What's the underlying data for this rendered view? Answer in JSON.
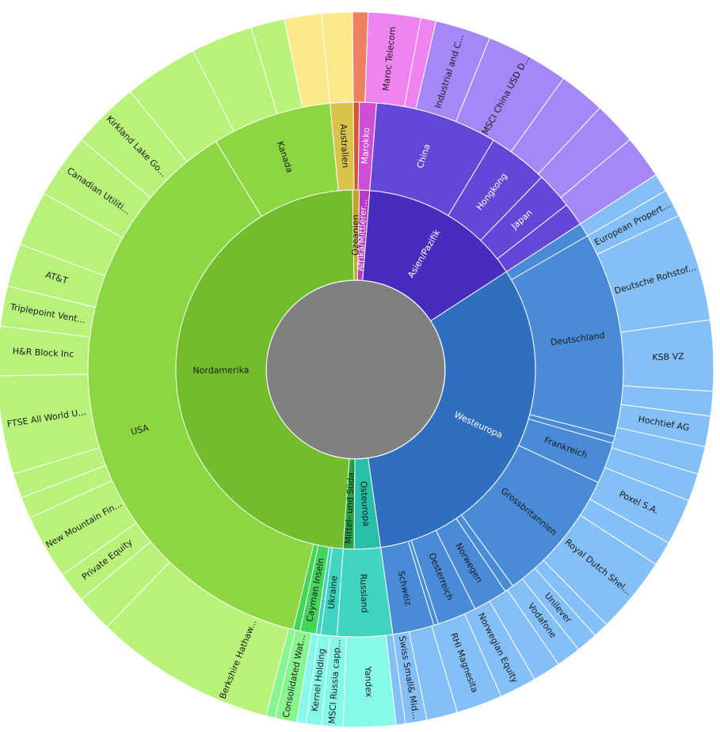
{
  "chart_data": {
    "type": "sunburst",
    "center_color": "#808080",
    "rings": [
      {
        "level": "region",
        "segments": [
          {
            "label": "Nordamerika",
            "start_deg": 180.0,
            "end_deg": 359.0,
            "color": "#72bd2b"
          },
          {
            "label": "Ozeanien",
            "start_deg": 359.0,
            "end_deg": 361.2,
            "color": "#c4a12a"
          },
          {
            "label": "Afrika/Mittlerer...",
            "start_deg": 361.2,
            "end_deg": 364.5,
            "color": "#b83ac6"
          },
          {
            "label": "Asien/Pazifik",
            "start_deg": 364.5,
            "end_deg": 417.0,
            "color": "#4a2bbf"
          },
          {
            "label": "Westeuropa",
            "start_deg": 417.0,
            "end_deg": 532.0,
            "color": "#2f6fbf"
          },
          {
            "label": "Osteuropa",
            "start_deg": 532.0,
            "end_deg": 540.5,
            "color": "#28bfa7"
          },
          {
            "label": "Mittel- und Süda...",
            "start_deg": 540.5,
            "end_deg": 544.0,
            "color": "#23a342"
          }
        ]
      },
      {
        "level": "country",
        "segments": [
          {
            "label": "USA",
            "start_deg": 180.0,
            "end_deg": 328.5,
            "color": "#8bd641"
          },
          {
            "label": "Kanada",
            "start_deg": 328.5,
            "end_deg": 354.5,
            "color": "#8bd641"
          },
          {
            "label": "Australien",
            "start_deg": 354.5,
            "end_deg": 359.5,
            "color": "#d8c44a"
          },
          {
            "label": "",
            "start_deg": 359.5,
            "end_deg": 360.8,
            "color": "#d4552f"
          },
          {
            "label": "Marokko",
            "start_deg": 360.8,
            "end_deg": 364.5,
            "color": "#d04ed6"
          },
          {
            "label": "China",
            "start_deg": 364.5,
            "end_deg": 391.0,
            "color": "#6447d6"
          },
          {
            "label": "Hongkong",
            "start_deg": 391.0,
            "end_deg": 404.0,
            "color": "#6447d6"
          },
          {
            "label": "Japan",
            "start_deg": 404.0,
            "end_deg": 412.0,
            "color": "#6447d6"
          },
          {
            "label": "",
            "start_deg": 412.0,
            "end_deg": 417.0,
            "color": "#6447d6"
          },
          {
            "label": "",
            "start_deg": 417.0,
            "end_deg": 420.0,
            "color": "#4a8bd8"
          },
          {
            "label": "Deutschland",
            "start_deg": 420.0,
            "end_deg": 464.5,
            "color": "#4a8bd8"
          },
          {
            "label": "",
            "start_deg": 464.5,
            "end_deg": 466.0,
            "color": "#4a8bd8"
          },
          {
            "label": "Frankreich",
            "start_deg": 466.0,
            "end_deg": 475.0,
            "color": "#4a8bd8"
          },
          {
            "label": "Grossbritannien",
            "start_deg": 475.0,
            "end_deg": 504.0,
            "color": "#4a8bd8"
          },
          {
            "label": "",
            "start_deg": 504.0,
            "end_deg": 506.0,
            "color": "#4a8bd8"
          },
          {
            "label": "Norwegen",
            "start_deg": 506.0,
            "end_deg": 513.5,
            "color": "#4a8bd8"
          },
          {
            "label": "Oesterreich",
            "start_deg": 513.5,
            "end_deg": 522.0,
            "color": "#4a8bd8"
          },
          {
            "label": "",
            "start_deg": 522.0,
            "end_deg": 523.0,
            "color": "#4a8bd8"
          },
          {
            "label": "Schweiz",
            "start_deg": 523.0,
            "end_deg": 532.0,
            "color": "#4a8bd8"
          },
          {
            "label": "Russland",
            "start_deg": 532.0,
            "end_deg": 544.0,
            "color": "#3ed4c0"
          },
          {
            "label": "Ukraine",
            "start_deg": 544.0,
            "end_deg": 547.5,
            "color": "#3ed4c0"
          },
          {
            "label": "",
            "start_deg": 547.5,
            "end_deg": 548.5,
            "color": "#3ed4c0"
          },
          {
            "label": "Cayman Inseln",
            "start_deg": 548.5,
            "end_deg": 552.0,
            "color": "#44d65a"
          },
          {
            "label": "",
            "start_deg": 552.0,
            "end_deg": 553.5,
            "color": "#44d65a"
          }
        ]
      },
      {
        "level": "holding",
        "segments": [
          {
            "label": "Berkshire Hathaw...",
            "start_deg": 180.0,
            "end_deg": 224.0,
            "color": "#b8f27a"
          },
          {
            "label": "",
            "start_deg": 224.0,
            "end_deg": 230.0,
            "color": "#b8f27a"
          },
          {
            "label": "Private Equity",
            "start_deg": 230.0,
            "end_deg": 235.0,
            "color": "#b8f27a"
          },
          {
            "label": "New Mountain Fin...",
            "start_deg": 235.0,
            "end_deg": 245.5,
            "color": "#b8f27a"
          },
          {
            "label": "",
            "start_deg": 245.5,
            "end_deg": 249.0,
            "color": "#b8f27a"
          },
          {
            "label": "",
            "start_deg": 249.0,
            "end_deg": 253.0,
            "color": "#b8f27a"
          },
          {
            "label": "FTSE All World U...",
            "start_deg": 253.0,
            "end_deg": 269.0,
            "color": "#b8f27a"
          },
          {
            "label": "H&R Block Inc",
            "start_deg": 269.0,
            "end_deg": 277.0,
            "color": "#b8f27a"
          },
          {
            "label": "Triplepoint Vent...",
            "start_deg": 277.0,
            "end_deg": 283.5,
            "color": "#b8f27a"
          },
          {
            "label": "AT&T",
            "start_deg": 283.5,
            "end_deg": 290.5,
            "color": "#b8f27a"
          },
          {
            "label": "",
            "start_deg": 290.5,
            "end_deg": 299.5,
            "color": "#b8f27a"
          },
          {
            "label": "Canadian Utiliti...",
            "start_deg": 299.5,
            "end_deg": 310.0,
            "color": "#b8f27a"
          },
          {
            "label": "Kirkland Lake Go...",
            "start_deg": 310.0,
            "end_deg": 321.0,
            "color": "#b8f27a"
          },
          {
            "label": "",
            "start_deg": 321.0,
            "end_deg": 333.0,
            "color": "#b8f27a"
          },
          {
            "label": "",
            "start_deg": 333.0,
            "end_deg": 343.0,
            "color": "#b8f27a"
          },
          {
            "label": "",
            "start_deg": 343.0,
            "end_deg": 348.5,
            "color": "#b8f27a"
          },
          {
            "label": "",
            "start_deg": 348.5,
            "end_deg": 354.5,
            "color": "#fde88a"
          },
          {
            "label": "",
            "start_deg": 354.5,
            "end_deg": 359.5,
            "color": "#fde88a"
          },
          {
            "label": "",
            "start_deg": 359.5,
            "end_deg": 362.0,
            "color": "#ee8060"
          },
          {
            "label": "Maroc Telecom",
            "start_deg": 362.0,
            "end_deg": 370.5,
            "color": "#f083f2"
          },
          {
            "label": "",
            "start_deg": 370.5,
            "end_deg": 373.0,
            "color": "#f083f2"
          },
          {
            "label": "Industrial and C...",
            "start_deg": 373.0,
            "end_deg": 382.0,
            "color": "#a587f7"
          },
          {
            "label": "MSCI China USD D...",
            "start_deg": 382.0,
            "end_deg": 395.5,
            "color": "#a587f7"
          },
          {
            "label": "",
            "start_deg": 395.5,
            "end_deg": 403.0,
            "color": "#a587f7"
          },
          {
            "label": "",
            "start_deg": 403.0,
            "end_deg": 410.0,
            "color": "#a587f7"
          },
          {
            "label": "",
            "start_deg": 410.0,
            "end_deg": 417.0,
            "color": "#a587f7"
          },
          {
            "label": "",
            "start_deg": 417.0,
            "end_deg": 420.0,
            "color": "#85bff7"
          },
          {
            "label": "European Propert...",
            "start_deg": 420.0,
            "end_deg": 424.5,
            "color": "#85bff7"
          },
          {
            "label": "Deutsche Rohstof...",
            "start_deg": 424.5,
            "end_deg": 442.0,
            "color": "#85bff7"
          },
          {
            "label": "KSB VZ",
            "start_deg": 442.0,
            "end_deg": 453.5,
            "color": "#85bff7"
          },
          {
            "label": "",
            "start_deg": 453.5,
            "end_deg": 457.5,
            "color": "#85bff7"
          },
          {
            "label": "Hochtief AG",
            "start_deg": 457.5,
            "end_deg": 462.5,
            "color": "#85bff7"
          },
          {
            "label": "",
            "start_deg": 462.5,
            "end_deg": 467.0,
            "color": "#85bff7"
          },
          {
            "label": "",
            "start_deg": 467.0,
            "end_deg": 471.5,
            "color": "#85bff7"
          },
          {
            "label": "Poxel S.A.",
            "start_deg": 471.5,
            "end_deg": 479.0,
            "color": "#85bff7"
          },
          {
            "label": "",
            "start_deg": 479.0,
            "end_deg": 483.0,
            "color": "#85bff7"
          },
          {
            "label": "Royal Dutch Shel...",
            "start_deg": 483.0,
            "end_deg": 495.5,
            "color": "#85bff7"
          },
          {
            "label": "",
            "start_deg": 495.5,
            "end_deg": 498.0,
            "color": "#85bff7"
          },
          {
            "label": "Unilever",
            "start_deg": 498.0,
            "end_deg": 501.5,
            "color": "#85bff7"
          },
          {
            "label": "Vodafone",
            "start_deg": 501.5,
            "end_deg": 505.5,
            "color": "#85bff7"
          },
          {
            "label": "",
            "start_deg": 505.5,
            "end_deg": 510.0,
            "color": "#85bff7"
          },
          {
            "label": "Norwegian Equity",
            "start_deg": 510.0,
            "end_deg": 516.0,
            "color": "#85bff7"
          },
          {
            "label": "RHI Magnesita",
            "start_deg": 516.0,
            "end_deg": 523.5,
            "color": "#85bff7"
          },
          {
            "label": "",
            "start_deg": 523.5,
            "end_deg": 528.5,
            "color": "#85bff7"
          },
          {
            "label": "Swiss Small& Mid...",
            "start_deg": 528.5,
            "end_deg": 532.0,
            "color": "#85bff7"
          },
          {
            "label": "",
            "start_deg": 532.0,
            "end_deg": 533.5,
            "color": "#85bff7"
          },
          {
            "label": "Yandex",
            "start_deg": 533.5,
            "end_deg": 542.0,
            "color": "#85fae8"
          },
          {
            "label": "MSCI Russia capp...",
            "start_deg": 542.0,
            "end_deg": 545.5,
            "color": "#85fae8"
          },
          {
            "label": "Kernel Holding",
            "start_deg": 545.5,
            "end_deg": 548.0,
            "color": "#85fae8"
          },
          {
            "label": "",
            "start_deg": 548.0,
            "end_deg": 549.5,
            "color": "#85fae8"
          },
          {
            "label": "Consolidated Wat...",
            "start_deg": 549.5,
            "end_deg": 553.0,
            "color": "#88f58f"
          },
          {
            "label": "",
            "start_deg": 553.0,
            "end_deg": 554.5,
            "color": "#88f58f"
          }
        ]
      }
    ]
  }
}
